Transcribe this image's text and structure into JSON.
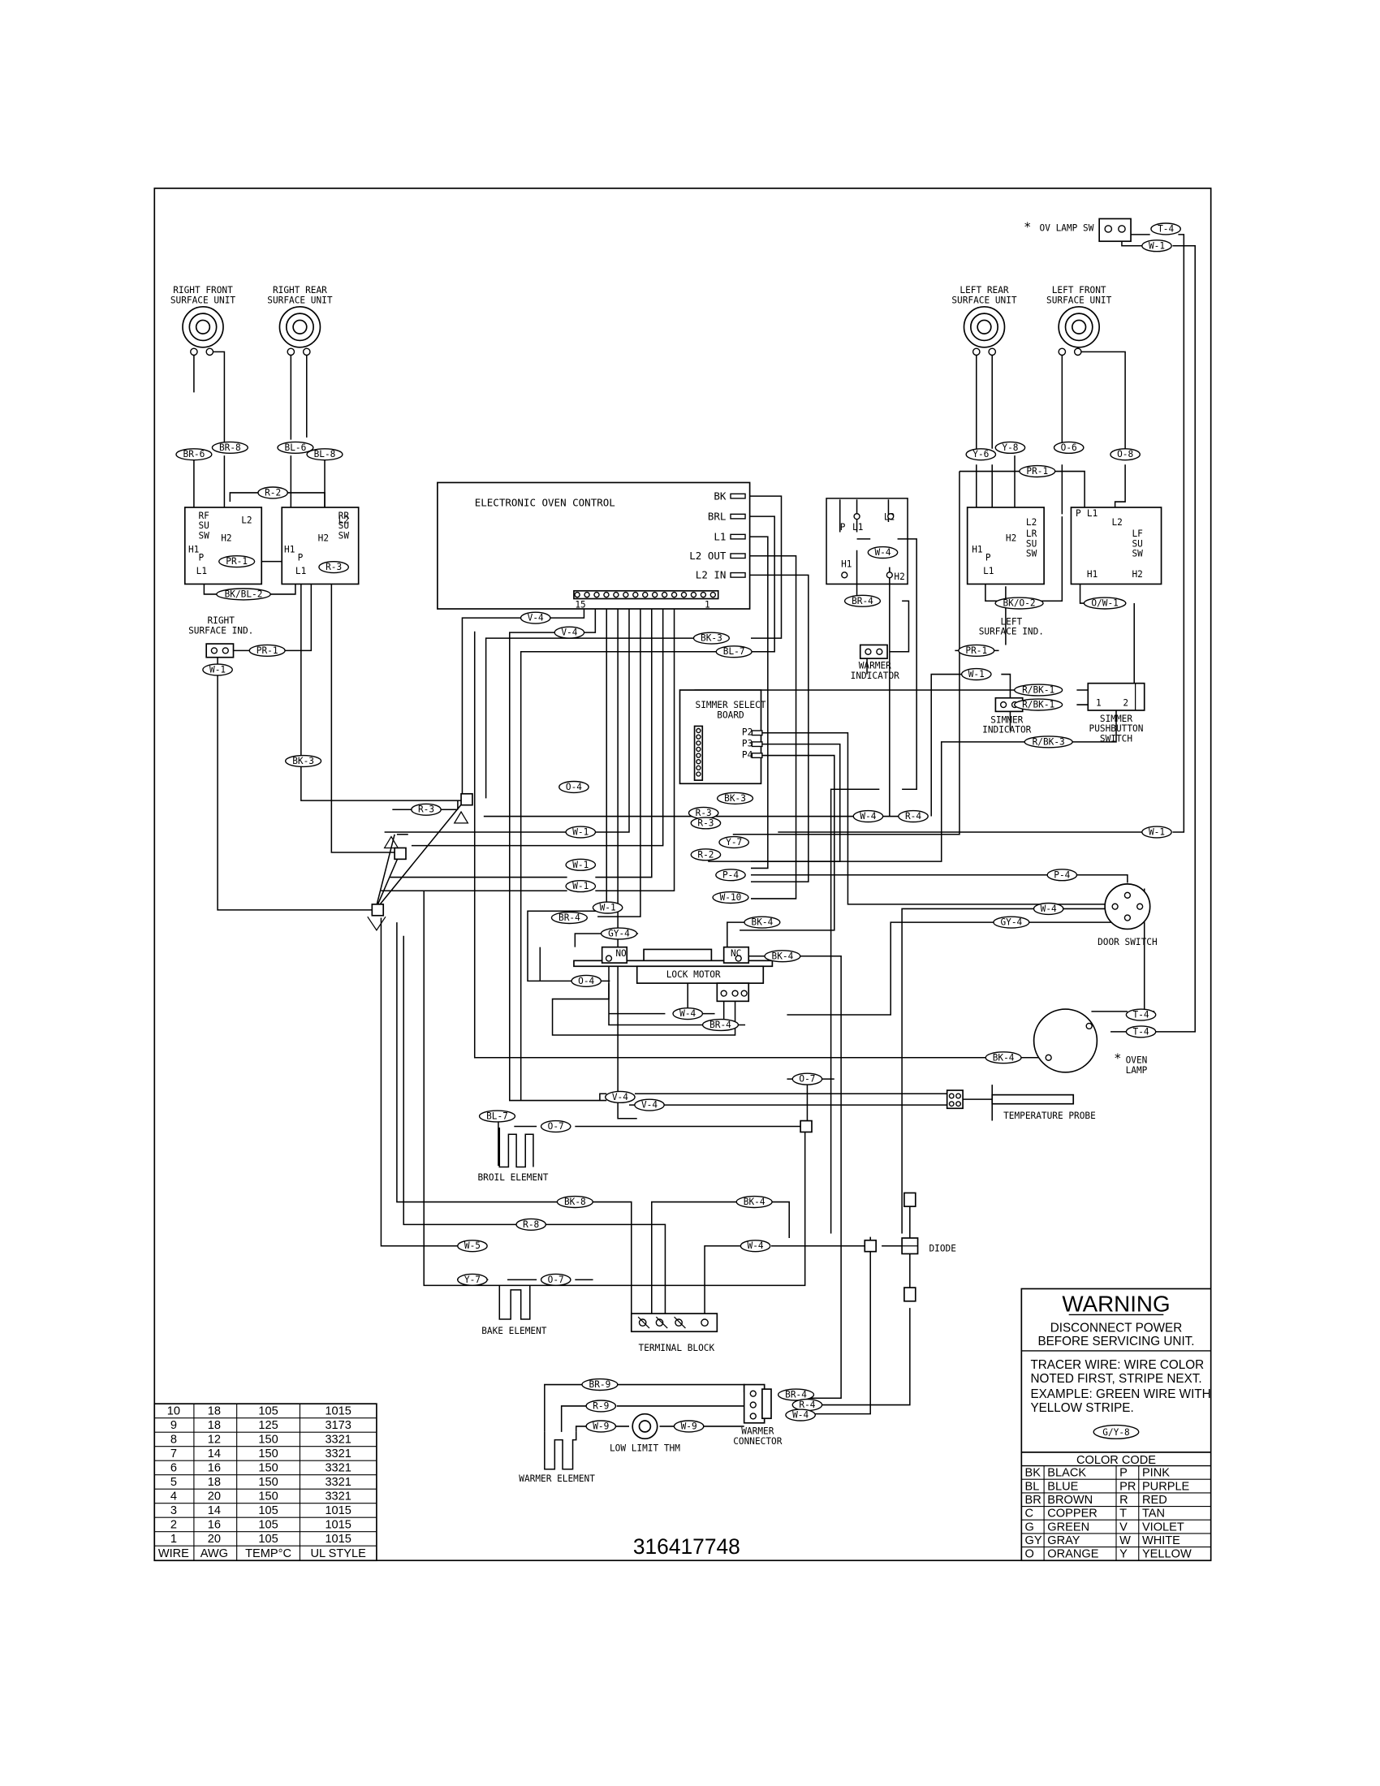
{
  "part_number": "316417748",
  "components": {
    "right_front_surface_unit": "RIGHT FRONT\nSURFACE UNIT",
    "right_rear_surface_unit": "RIGHT REAR\nSURFACE UNIT",
    "left_rear_surface_unit": "LEFT REAR\nSURFACE UNIT",
    "left_front_surface_unit": "LEFT FRONT\nSURFACE UNIT",
    "ov_lamp_sw": "OV LAMP SW",
    "asterisk": "*",
    "electronic_oven_control": "ELECTRONIC OVEN CONTROL",
    "eoc_terminals": [
      "BK",
      "BRL",
      "L1",
      "L2 OUT",
      "L2 IN"
    ],
    "eoc_pin_first": "15",
    "eoc_pin_last": "1",
    "rf_switch": [
      "RF",
      "SU",
      "SW"
    ],
    "rr_switch": [
      "RR",
      "SU",
      "SW"
    ],
    "lr_switch": [
      "LR",
      "SU",
      "SW"
    ],
    "lf_switch": [
      "LF",
      "SU",
      "SW"
    ],
    "switch_pins": {
      "l1": "L1",
      "l2": "L2",
      "h1": "H1",
      "h2": "H2",
      "p": "P"
    },
    "right_surface_ind": "RIGHT\nSURFACE IND.",
    "left_surface_ind": "LEFT\nSURFACE IND.",
    "warmer_indicator": "WARMER\nINDICATOR",
    "simmer_select_board": "SIMMER SELECT\nBOARD",
    "simmer_board_pins": [
      "P2",
      "P3",
      "P4"
    ],
    "simmer_indicator": "SIMMER\nINDICATOR",
    "simmer_pushbutton_switch": "SIMMER\nPUSHBUTTON\nSWITCH",
    "pushbutton_pins": [
      "1",
      "2"
    ],
    "door_switch": "DOOR SWITCH",
    "lock_motor": "LOCK MOTOR",
    "lock_no": "NO",
    "lock_nc": "NC",
    "oven_lamp": "OVEN\nLAMP",
    "temperature_probe": "TEMPERATURE PROBE",
    "broil_element": "BROIL ELEMENT",
    "bake_element": "BAKE ELEMENT",
    "terminal_block": "TERMINAL BLOCK",
    "diode": "DIODE",
    "warmer_connector": "WARMER\nCONNECTOR",
    "low_limit_thm": "LOW LIMIT THM",
    "warmer_element": "WARMER ELEMENT"
  },
  "wire_labels": {
    "br6": "BR-6",
    "br8": "BR-8",
    "bl6": "BL-6",
    "bl8": "BL-8",
    "y6": "Y-6",
    "y8": "Y-8",
    "o6": "O-6",
    "o8": "O-8",
    "r2": "R-2",
    "pr1": "PR-1",
    "bkbl2": "BK/BL-2",
    "r3": "R-3",
    "t4": "T-4",
    "w1": "W-1",
    "bko2": "BK/O-2",
    "ow1": "O/W-1",
    "w4": "W-4",
    "br4": "BR-4",
    "v4": "V-4",
    "bk3": "BK-3",
    "bl7": "BL-7",
    "rbk1": "R/BK-1",
    "rbk3": "R/BK-3",
    "o4": "O-4",
    "r4": "R-4",
    "y7": "Y-7",
    "p4": "P-4",
    "w10": "W-10",
    "gy4": "GY-4",
    "bk4": "BK-4",
    "o7": "O-7",
    "bk8": "BK-8",
    "r8": "R-8",
    "w5": "W-5",
    "br9": "BR-9",
    "r9": "R-9",
    "w9": "W-9",
    "gy8": "G/Y-8"
  },
  "warning": {
    "title": "WARNING",
    "line1": "DISCONNECT POWER",
    "line2": "BEFORE SERVICING UNIT.",
    "tracer1": "TRACER WIRE:  WIRE COLOR",
    "tracer2": "NOTED FIRST, STRIPE NEXT.",
    "tracer3": "EXAMPLE:  GREEN WIRE WITH",
    "tracer4": "YELLOW STRIPE.",
    "example_label": "G/Y-8"
  },
  "color_code": {
    "title": "COLOR CODE",
    "rows": [
      [
        "BK",
        "BLACK",
        "P",
        "PINK"
      ],
      [
        "BL",
        "BLUE",
        "PR",
        "PURPLE"
      ],
      [
        "BR",
        "BROWN",
        "R",
        "RED"
      ],
      [
        "C",
        "COPPER",
        "T",
        "TAN"
      ],
      [
        "G",
        "GREEN",
        "V",
        "VIOLET"
      ],
      [
        "GY",
        "GRAY",
        "W",
        "WHITE"
      ],
      [
        "O",
        "ORANGE",
        "Y",
        "YELLOW"
      ]
    ]
  },
  "wire_table": {
    "headers": [
      "WIRE",
      "AWG",
      "TEMP°C",
      "UL STYLE"
    ],
    "rows": [
      [
        "10",
        "18",
        "105",
        "1015"
      ],
      [
        "9",
        "18",
        "125",
        "3173"
      ],
      [
        "8",
        "12",
        "150",
        "3321"
      ],
      [
        "7",
        "14",
        "150",
        "3321"
      ],
      [
        "6",
        "16",
        "150",
        "3321"
      ],
      [
        "5",
        "18",
        "150",
        "3321"
      ],
      [
        "4",
        "20",
        "150",
        "3321"
      ],
      [
        "3",
        "14",
        "105",
        "1015"
      ],
      [
        "2",
        "16",
        "105",
        "1015"
      ],
      [
        "1",
        "20",
        "105",
        "1015"
      ]
    ]
  }
}
